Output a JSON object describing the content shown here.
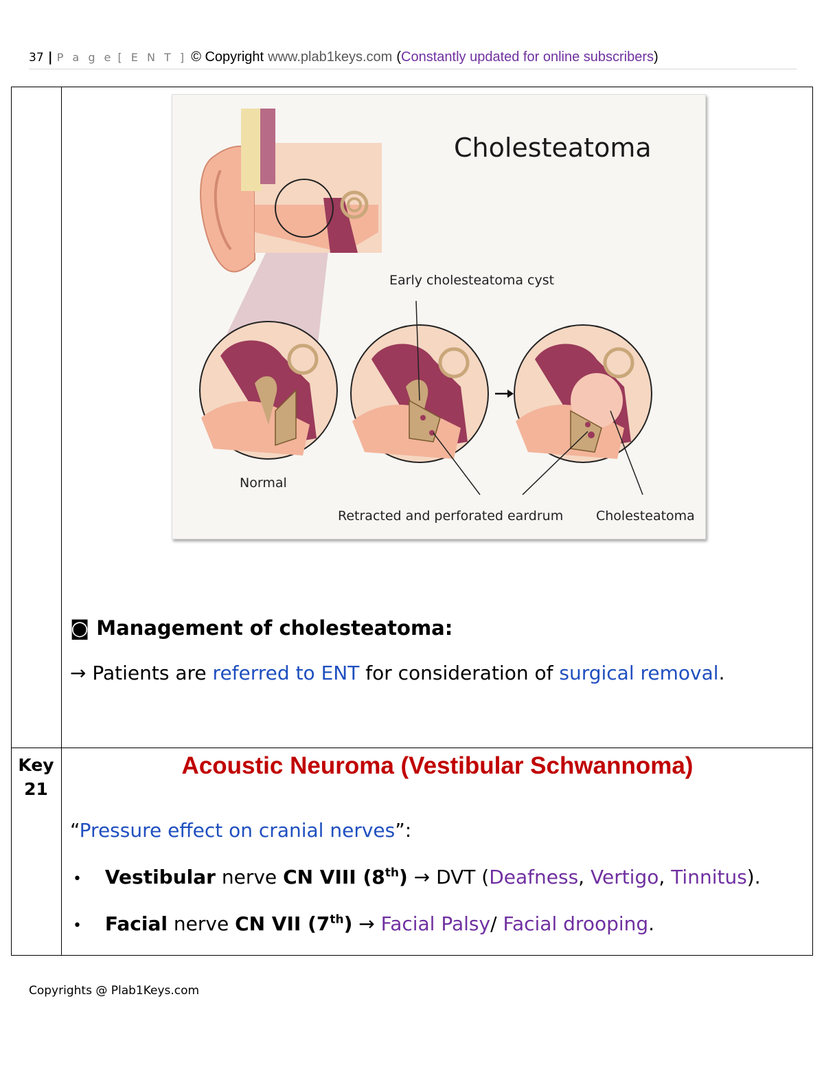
{
  "header": {
    "page_number": "37",
    "separator": "|",
    "page_word": "P a g e",
    "section": "[ E N T ]",
    "copyright": "© Copyright",
    "site": "www.plab1keys.com",
    "paren_open": "(",
    "updated": "Constantly updated for online subscribers",
    "paren_close": ")"
  },
  "figure": {
    "title": "Cholesteatoma",
    "label_early": "Early cholesteatoma cyst",
    "label_normal": "Normal",
    "label_retracted": "Retracted and perforated eardrum",
    "label_chol": "Cholesteatoma",
    "colors": {
      "skin": "#f3b49a",
      "bone": "#f5d7c2",
      "cavity": "#9b3a5a",
      "ossicle": "#c9a77a",
      "cyst": "#f7c7b5"
    }
  },
  "management": {
    "bullet_icon": "◙",
    "heading": "Management of cholesteatoma:",
    "arrow": "→",
    "text1": "Patients are",
    "link1": "referred to ENT",
    "text2": "for consideration of",
    "link2": "surgical removal",
    "text3": "."
  },
  "key21": {
    "key_label": "Key",
    "key_number": "21",
    "title": "Acoustic Neuroma (Vestibular Schwannoma)",
    "pressure_open": "“",
    "pressure_text": "Pressure effect on cranial nerves",
    "pressure_close": "”:",
    "bullet1": {
      "bold1": "Vestibular",
      "text1": "nerve",
      "bold2": "CN VIII (8",
      "sup": "th",
      "bold3": ")",
      "arrow": "→",
      "text2": "DVT (",
      "p1": "Deafness",
      "c1": ",",
      "p2": "Vertigo",
      "c2": ",",
      "p3": "Tinnitus",
      "end": ")."
    },
    "bullet2": {
      "bold1": "Facial",
      "text1": "nerve",
      "bold2": "CN VII (7",
      "sup": "th",
      "bold3": ")",
      "arrow": "→",
      "p1": "Facial Palsy",
      "slash": "/",
      "p2": "Facial drooping",
      "end": "."
    }
  },
  "footer": {
    "text": "Copyrights @ Plab1Keys.com"
  }
}
